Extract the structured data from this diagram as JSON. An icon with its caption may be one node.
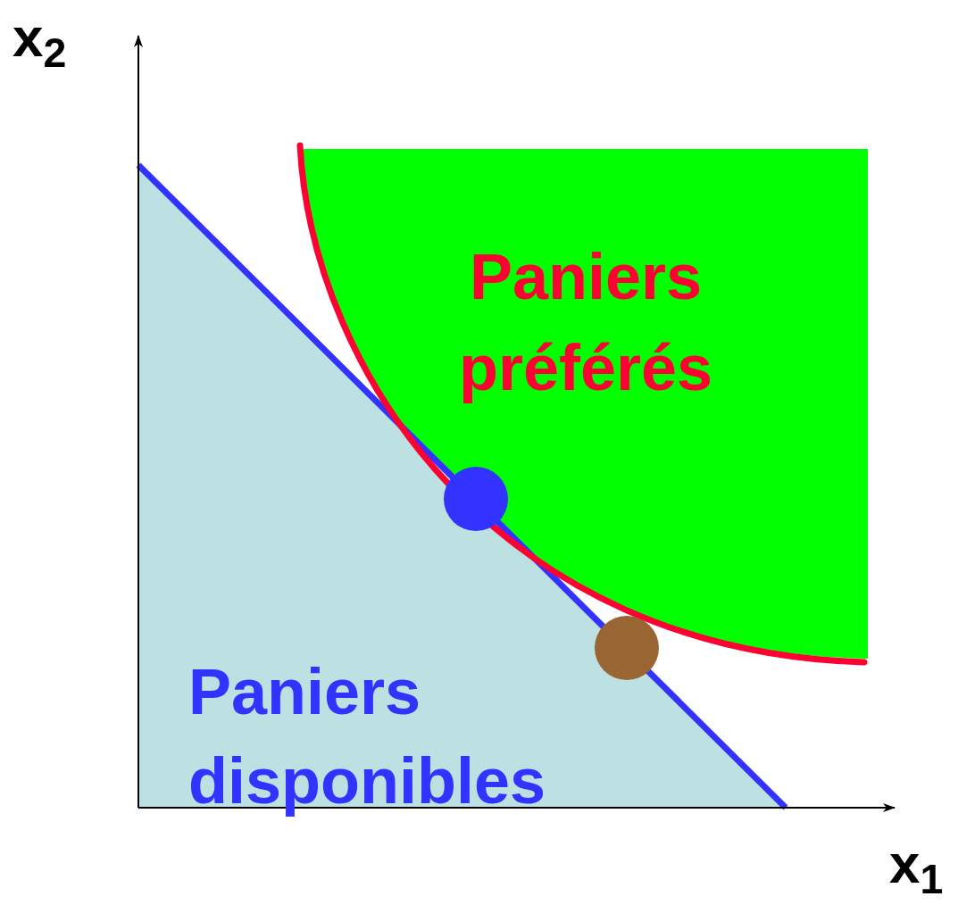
{
  "diagram": {
    "nodes": [
      {
        "text": [
          "Paniers préférés"
        ]
      },
      {
        "text": [
          "Paniers disponibles"
        ]
      }
    ],
    "labels": [
      "x$_{2}$",
      "x$_{1}$"
    ]
  }
}
